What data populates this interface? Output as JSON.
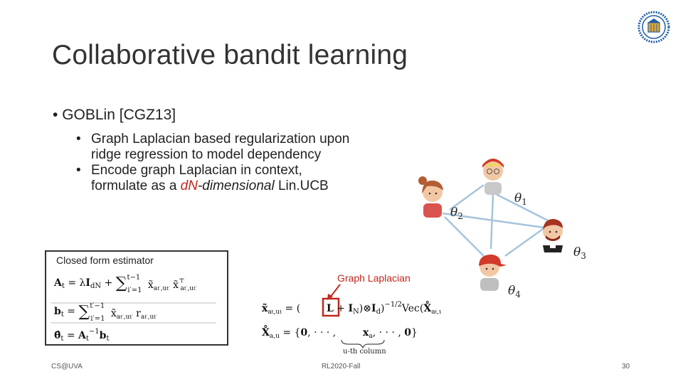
{
  "slide": {
    "title": "Collaborative bandit learning",
    "bullet_main": "GOBLin [CGZ13]",
    "sub_bullet_1_line1": "Graph Laplacian based regularization upon",
    "sub_bullet_1_line2": "ridge regression to model dependency",
    "sub_bullet_2_line1": "Encode graph Laplacian in context,",
    "sub_bullet_2_prefix": "formulate as a ",
    "sub_bullet_2_dN": "dN",
    "sub_bullet_2_dim": "-dimensional",
    "sub_bullet_2_suffix": " Lin.UCB",
    "bullet_glyph": "•"
  },
  "closed_form": {
    "label": "Closed form estimator"
  },
  "graph": {
    "laplacian_label": "Graph Laplacian",
    "column_label": "u-th column"
  },
  "footer": {
    "left": "CS@UVA",
    "center": "RL2020-Fall",
    "page": "30"
  },
  "colors": {
    "accent_red": "#c0281e",
    "edge_blue": "#a6c4dc",
    "logo_blue": "#1f5fa8"
  }
}
